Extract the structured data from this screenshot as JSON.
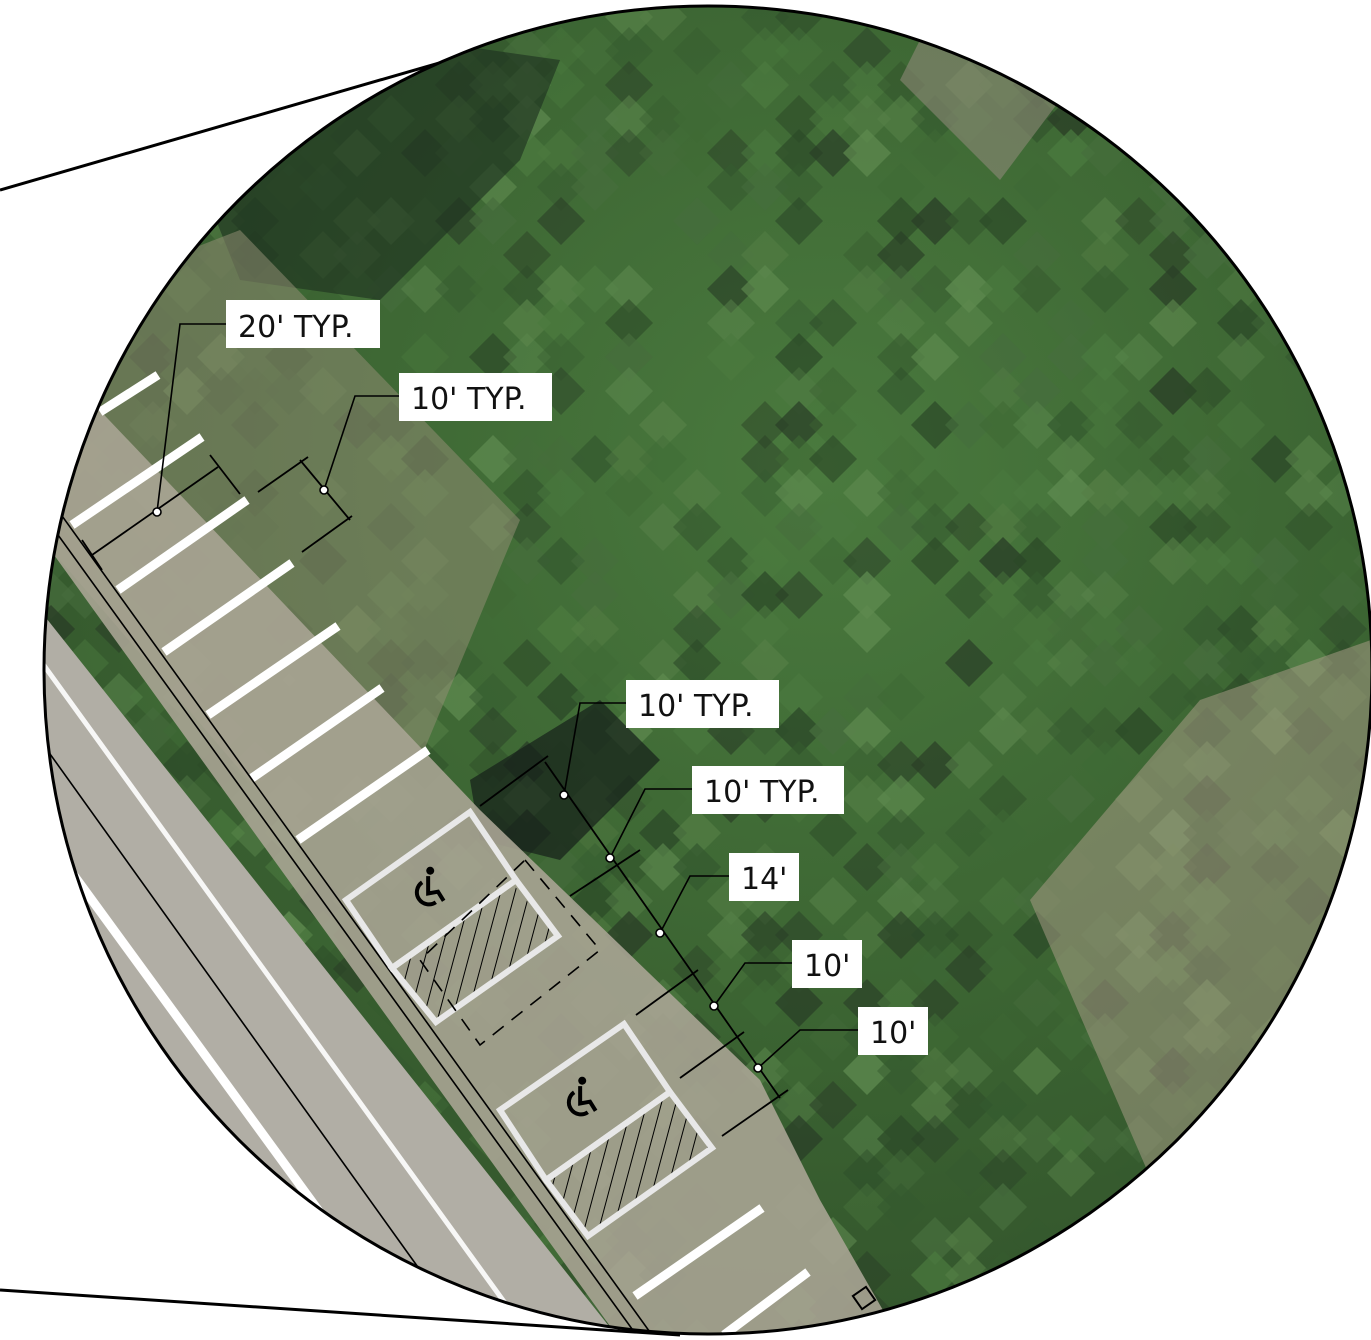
{
  "labels": {
    "stall_length": "20' TYP.",
    "stall_width_upper": "10' TYP.",
    "stall_width_accessible": "10' TYP.",
    "aisle_width_accessible": "10' TYP.",
    "dim_14": "14'",
    "dim_10_first": "10'",
    "dim_10_second": "10'"
  },
  "icons": [
    "accessible-parking-symbol",
    "accessible-parking-symbol"
  ],
  "colors": {
    "grass_dark": "#24401f",
    "grass": "#3f6a35",
    "grass_light": "#6d9457",
    "pavement": "#a8a396",
    "road": "#b3b0a7",
    "stripe": "#ffffff",
    "line": "#000000",
    "label_bg": "#ffffff"
  }
}
